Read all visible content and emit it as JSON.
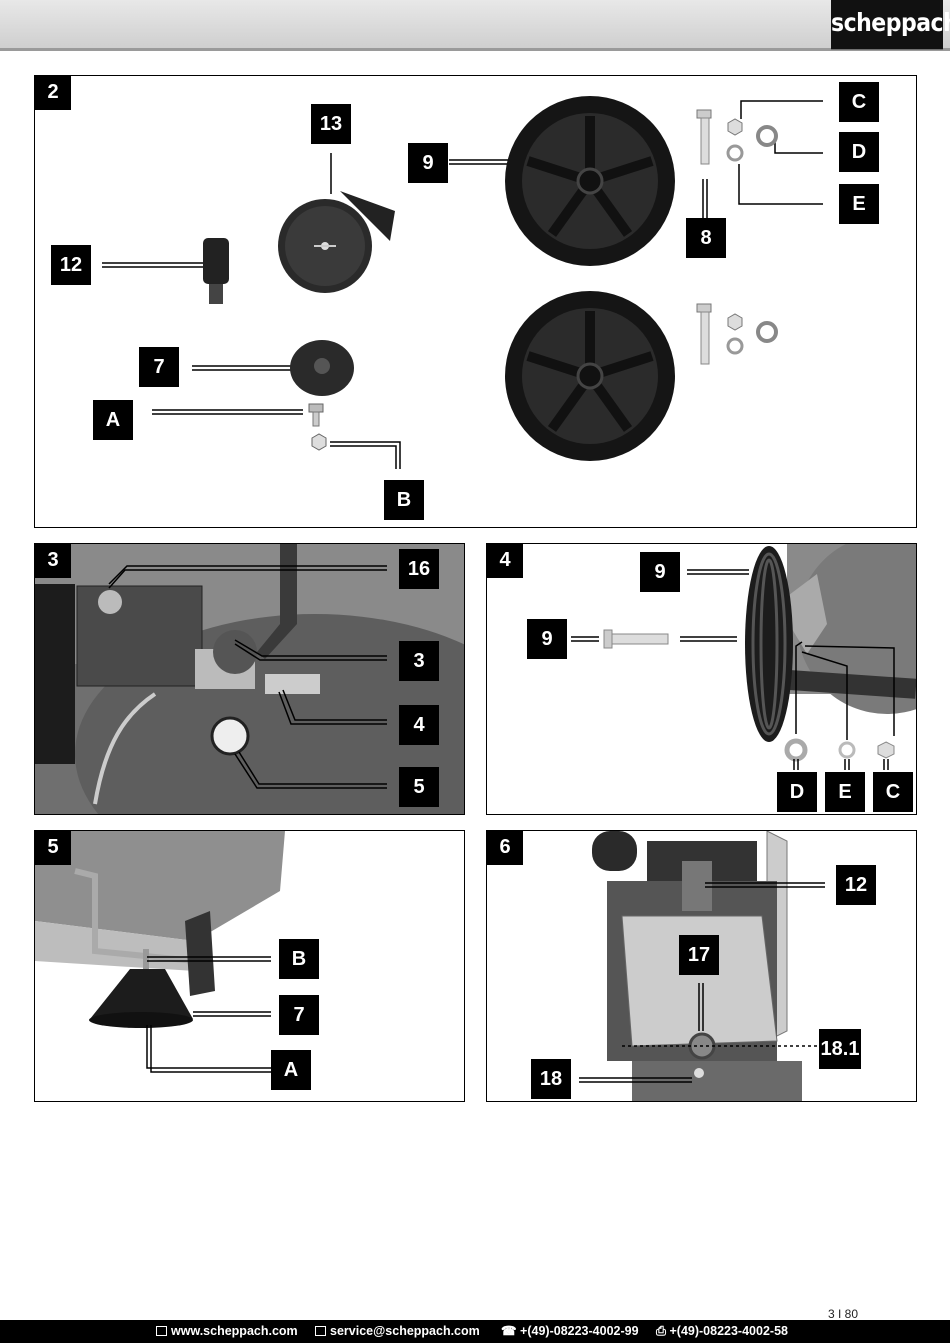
{
  "header": {
    "logo_text": "scheppach"
  },
  "figures": {
    "fig2": {
      "number": "2",
      "labels": {
        "13": "13",
        "9": "9",
        "12": "12",
        "8": "8",
        "7": "7",
        "A": "A",
        "B": "B",
        "C": "C",
        "D": "D",
        "E": "E"
      }
    },
    "fig3": {
      "number": "3",
      "labels": {
        "16": "16",
        "3": "3",
        "4": "4",
        "5": "5"
      }
    },
    "fig4": {
      "number": "4",
      "labels": {
        "9a": "9",
        "9b": "9",
        "D": "D",
        "E": "E",
        "C": "C"
      }
    },
    "fig5": {
      "number": "5",
      "labels": {
        "B": "B",
        "7": "7",
        "A": "A"
      }
    },
    "fig6": {
      "number": "6",
      "labels": {
        "12": "12",
        "17": "17",
        "18_1": "18.1",
        "18": "18"
      }
    }
  },
  "page_number": "3 I 80",
  "footer": {
    "website": "www.scheppach.com",
    "email": "service@scheppach.com",
    "phone": "+(49)-08223-4002-99",
    "fax": "+(49)-08223-4002-58"
  },
  "colors": {
    "label_bg": "#000000",
    "label_text": "#ffffff",
    "topbar": "#d6d6d6"
  }
}
